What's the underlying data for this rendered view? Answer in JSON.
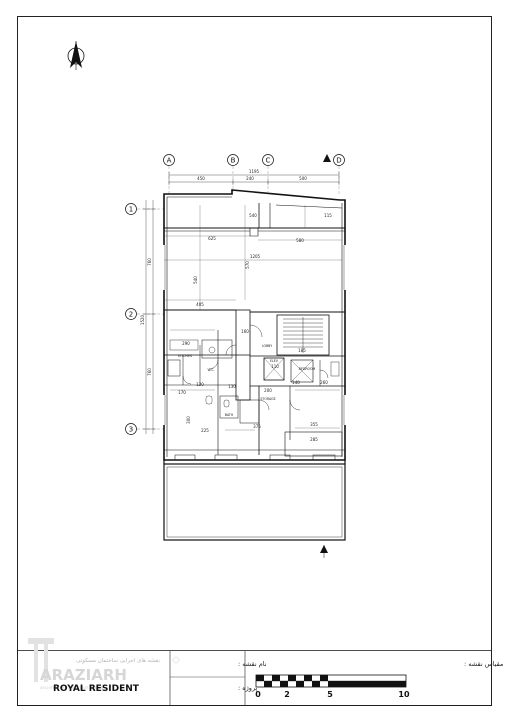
{
  "drawing": {
    "grid_columns": [
      "A",
      "B",
      "C",
      "D"
    ],
    "grid_rows": [
      "1",
      "2",
      "3"
    ],
    "dimensions_top": [
      "1195",
      "450",
      "240",
      "500"
    ],
    "dimensions_inner": [
      "540",
      "115",
      "625",
      "580",
      "1205",
      "405",
      "290",
      "160",
      "110",
      "130",
      "300",
      "375",
      "355",
      "285",
      "185",
      "570",
      "540",
      "170",
      "120",
      "140",
      "225",
      "260",
      "200"
    ],
    "dimensions_side": [
      "760",
      "760",
      "1520"
    ],
    "room_labels": [
      "KITCHEN",
      "W.C.",
      "BATH",
      "LOBBY",
      "BEDROOM",
      "STORAGE",
      "ELEV"
    ]
  },
  "title_block": {
    "plan_name_label": "نام نقشه :",
    "project_label": "پروژه :",
    "scale_label": "مقیاس نقشه :",
    "project_name": "ROYAL RESIDENT",
    "logo_text": "ARAZIARH",
    "logo_subtext": "ARCHITECTURE & INTERIOR DESIGN",
    "scale_ticks": [
      "0",
      "2",
      "5",
      "10"
    ],
    "faded_header": "نقشه های اجرایی ساختمان مسکونی"
  }
}
